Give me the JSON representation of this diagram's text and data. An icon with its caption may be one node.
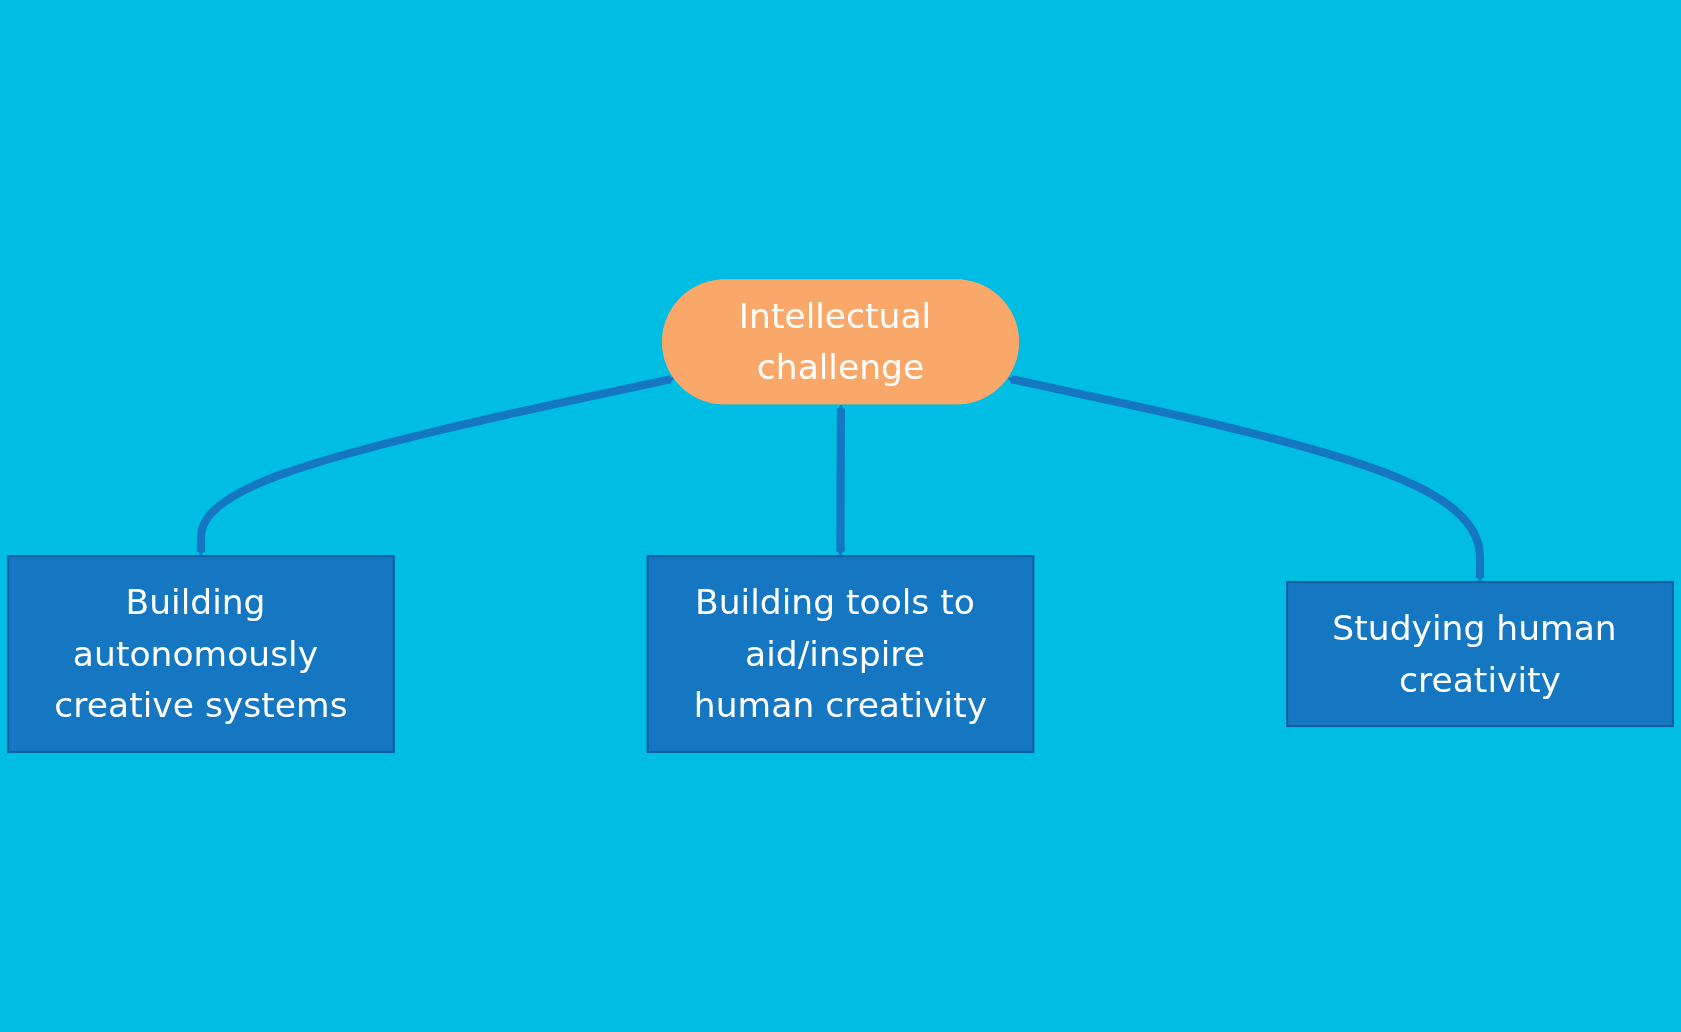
{
  "diagram": {
    "nodes": [
      {
        "text": [
          "Building autonomously creative systems"
        ]
      },
      {
        "text": [
          "Intellectual challenge"
        ]
      },
      {
        "text": [
          "Building tools to aid/inspire human creativity"
        ]
      },
      {
        "text": [
          "Studying human creativity"
        ]
      }
    ],
    "edges": [
      {
        "from": 1,
        "to": 0,
        "arrow": "both"
      },
      {
        "from": 1,
        "to": 2,
        "arrow": "both"
      },
      {
        "from": 1,
        "to": 3,
        "arrow": "both"
      }
    ]
  }
}
